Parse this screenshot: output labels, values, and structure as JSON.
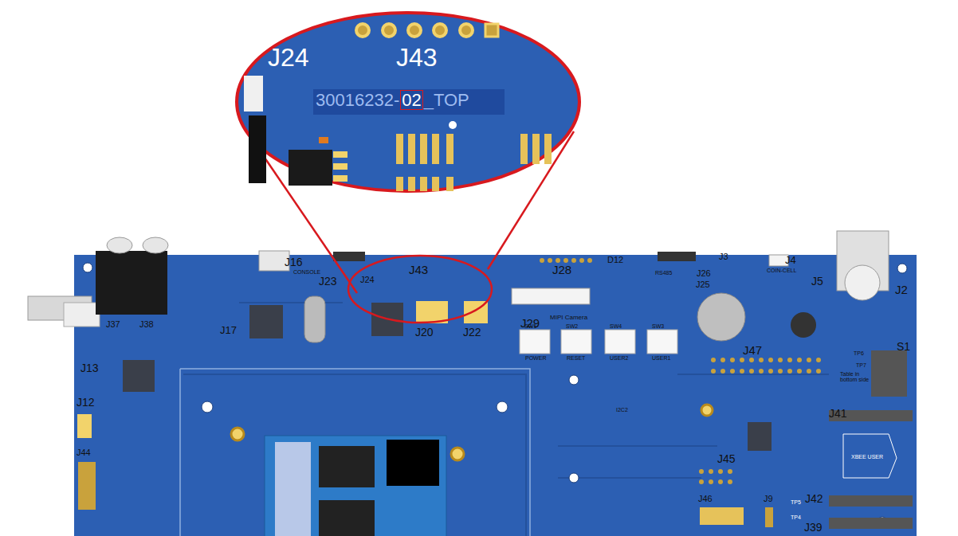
{
  "diagram": {
    "labels": [
      "J24",
      "J43",
      "30016232-",
      "02",
      "_TOP",
      "J16",
      "CONSOLE",
      "J23",
      "J24",
      "J43",
      "J28",
      "D12",
      "J3",
      "J4",
      "COIN-CELL",
      "J5",
      "J2",
      "RS485",
      "J26",
      "J25",
      "J37",
      "J38",
      "J13",
      "J12",
      "J44",
      "J17",
      "J20",
      "J22",
      "J29",
      "MIPI Camera",
      "SW1",
      "SW2",
      "SW4",
      "SW3",
      "POWER",
      "RESET",
      "USER2",
      "USER1",
      "J47",
      "S1",
      "TP6",
      "TP7",
      "Table in bottom side",
      "I2C2",
      "J41",
      "XBEE USER",
      "J45",
      "J46",
      "J9",
      "TP5",
      "J42",
      "TP4",
      "J39"
    ]
  }
}
